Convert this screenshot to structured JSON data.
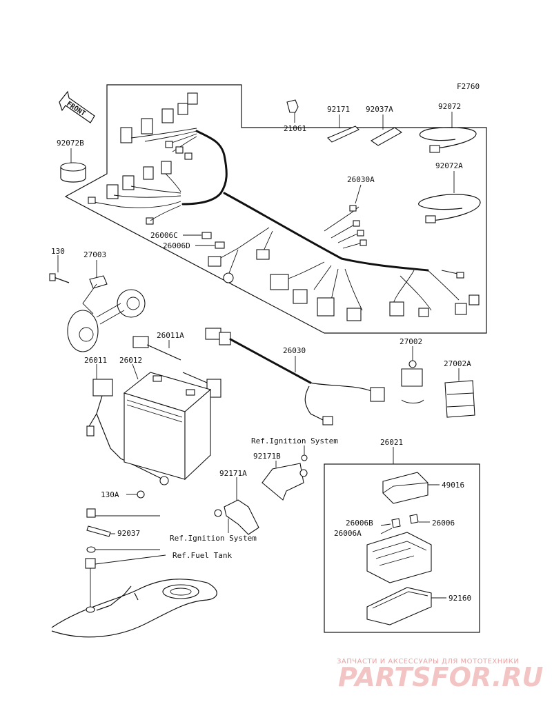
{
  "figure_code": "F2760",
  "front_arrow_label": "FRONT",
  "parts": {
    "p21061": "21061",
    "p92171": "92171",
    "p92037A": "92037A",
    "p92072": "92072",
    "p92072B": "92072B",
    "p92072A": "92072A",
    "p26030A": "26030A",
    "p26006C": "26006C",
    "p26006D": "26006D",
    "p130": "130",
    "p27003": "27003",
    "p26011A": "26011A",
    "p26030": "26030",
    "p27002": "27002",
    "p26011": "26011",
    "p26012": "26012",
    "p27002A": "27002A",
    "p92171B": "92171B",
    "p92171A": "92171A",
    "p130A": "130A",
    "p92037": "92037",
    "p26021": "26021",
    "p49016": "49016",
    "p26006B": "26006B",
    "p26006": "26006",
    "p26006A": "26006A",
    "p92160": "92160"
  },
  "references": {
    "ignition_1": "Ref.Ignition System",
    "ignition_2": "Ref.Ignition System",
    "fuel_tank": "Ref.Fuel Tank"
  },
  "watermark": {
    "tagline": "ЗАПЧАСТИ И АКСЕССУАРЫ ДЛЯ МОТОТЕХНИКИ",
    "brand": "PARTSFOR.RU"
  }
}
